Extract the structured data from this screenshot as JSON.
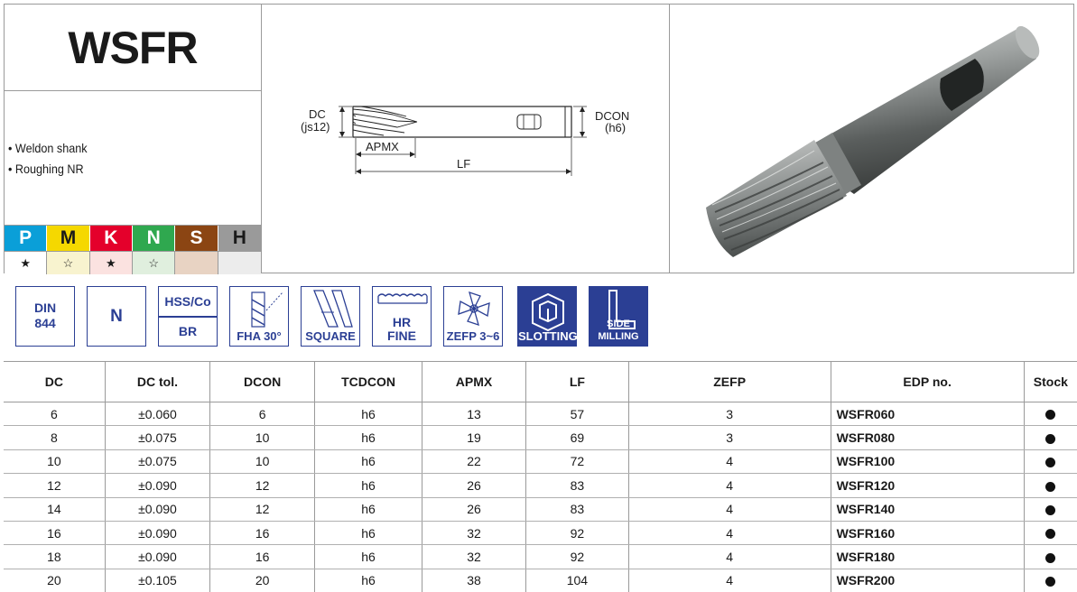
{
  "product": {
    "code": "WSFR",
    "features": [
      "Weldon shank",
      "Roughing NR"
    ]
  },
  "materials": [
    {
      "letter": "P",
      "color": "#0a9fd8",
      "rating": "★",
      "rating_bg": "#ffffff"
    },
    {
      "letter": "M",
      "color": "#f5d800",
      "rating": "☆",
      "rating_bg": "#f8f3cf"
    },
    {
      "letter": "K",
      "color": "#e4002b",
      "rating": "★",
      "rating_bg": "#fbe2e0"
    },
    {
      "letter": "N",
      "color": "#2fa84f",
      "rating": "☆",
      "rating_bg": "#e0efde"
    },
    {
      "letter": "S",
      "color": "#8b4513",
      "rating": "",
      "rating_bg": "#e8d3c3"
    },
    {
      "letter": "H",
      "color": "#9a9a9a",
      "rating": "",
      "rating_bg": "#ececec"
    }
  ],
  "drawing": {
    "dc": "DC",
    "dc_tol": "(js12)",
    "dcon": "DCON",
    "dcon_tol": "(h6)",
    "apmx": "APMX",
    "lf": "LF"
  },
  "icons": [
    {
      "line1": "DIN",
      "line2": "844"
    },
    {
      "line1": "N"
    },
    {
      "line1": "HSS/Co",
      "line2": "BR"
    },
    {
      "label": "FHA 30°"
    },
    {
      "label": "SQUARE"
    },
    {
      "line1": "HR",
      "line2": "FINE"
    },
    {
      "label": "ZEFP 3~6"
    },
    {
      "label": "SLOTTING"
    },
    {
      "label": "SIDE MILLING"
    }
  ],
  "table": {
    "headers": [
      "DC",
      "DC tol.",
      "DCON",
      "TCDCON",
      "APMX",
      "LF",
      "ZEFP",
      "EDP no.",
      "Stock"
    ],
    "rows": [
      [
        "6",
        "±0.060",
        "6",
        "h6",
        "13",
        "57",
        "3",
        "WSFR060"
      ],
      [
        "8",
        "±0.075",
        "10",
        "h6",
        "19",
        "69",
        "3",
        "WSFR080"
      ],
      [
        "10",
        "±0.075",
        "10",
        "h6",
        "22",
        "72",
        "4",
        "WSFR100"
      ],
      [
        "12",
        "±0.090",
        "12",
        "h6",
        "26",
        "83",
        "4",
        "WSFR120"
      ],
      [
        "14",
        "±0.090",
        "12",
        "h6",
        "26",
        "83",
        "4",
        "WSFR140"
      ],
      [
        "16",
        "±0.090",
        "16",
        "h6",
        "32",
        "92",
        "4",
        "WSFR160"
      ],
      [
        "18",
        "±0.090",
        "16",
        "h6",
        "32",
        "92",
        "4",
        "WSFR180"
      ],
      [
        "20",
        "±0.105",
        "20",
        "h6",
        "38",
        "104",
        "4",
        "WSFR200"
      ]
    ]
  }
}
